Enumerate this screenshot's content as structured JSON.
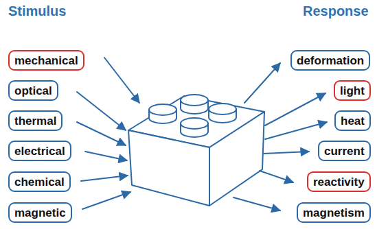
{
  "diagram": {
    "nodes": [
      {
        "text": [
          "mechanical"
        ]
      },
      {
        "text": [
          "optical"
        ]
      },
      {
        "text": [
          "thermal"
        ]
      },
      {
        "text": [
          "electrical"
        ]
      },
      {
        "text": [
          "chemical"
        ]
      },
      {
        "text": [
          "magnetic"
        ]
      },
      {
        "text": [
          "deformation"
        ]
      },
      {
        "text": [
          "light"
        ]
      },
      {
        "text": [
          "heat"
        ]
      },
      {
        "text": [
          "current"
        ]
      },
      {
        "text": [
          "reactivity"
        ]
      },
      {
        "text": [
          "magnetism"
        ]
      }
    ],
    "labels": [
      "Stimulus",
      "Response"
    ]
  }
}
